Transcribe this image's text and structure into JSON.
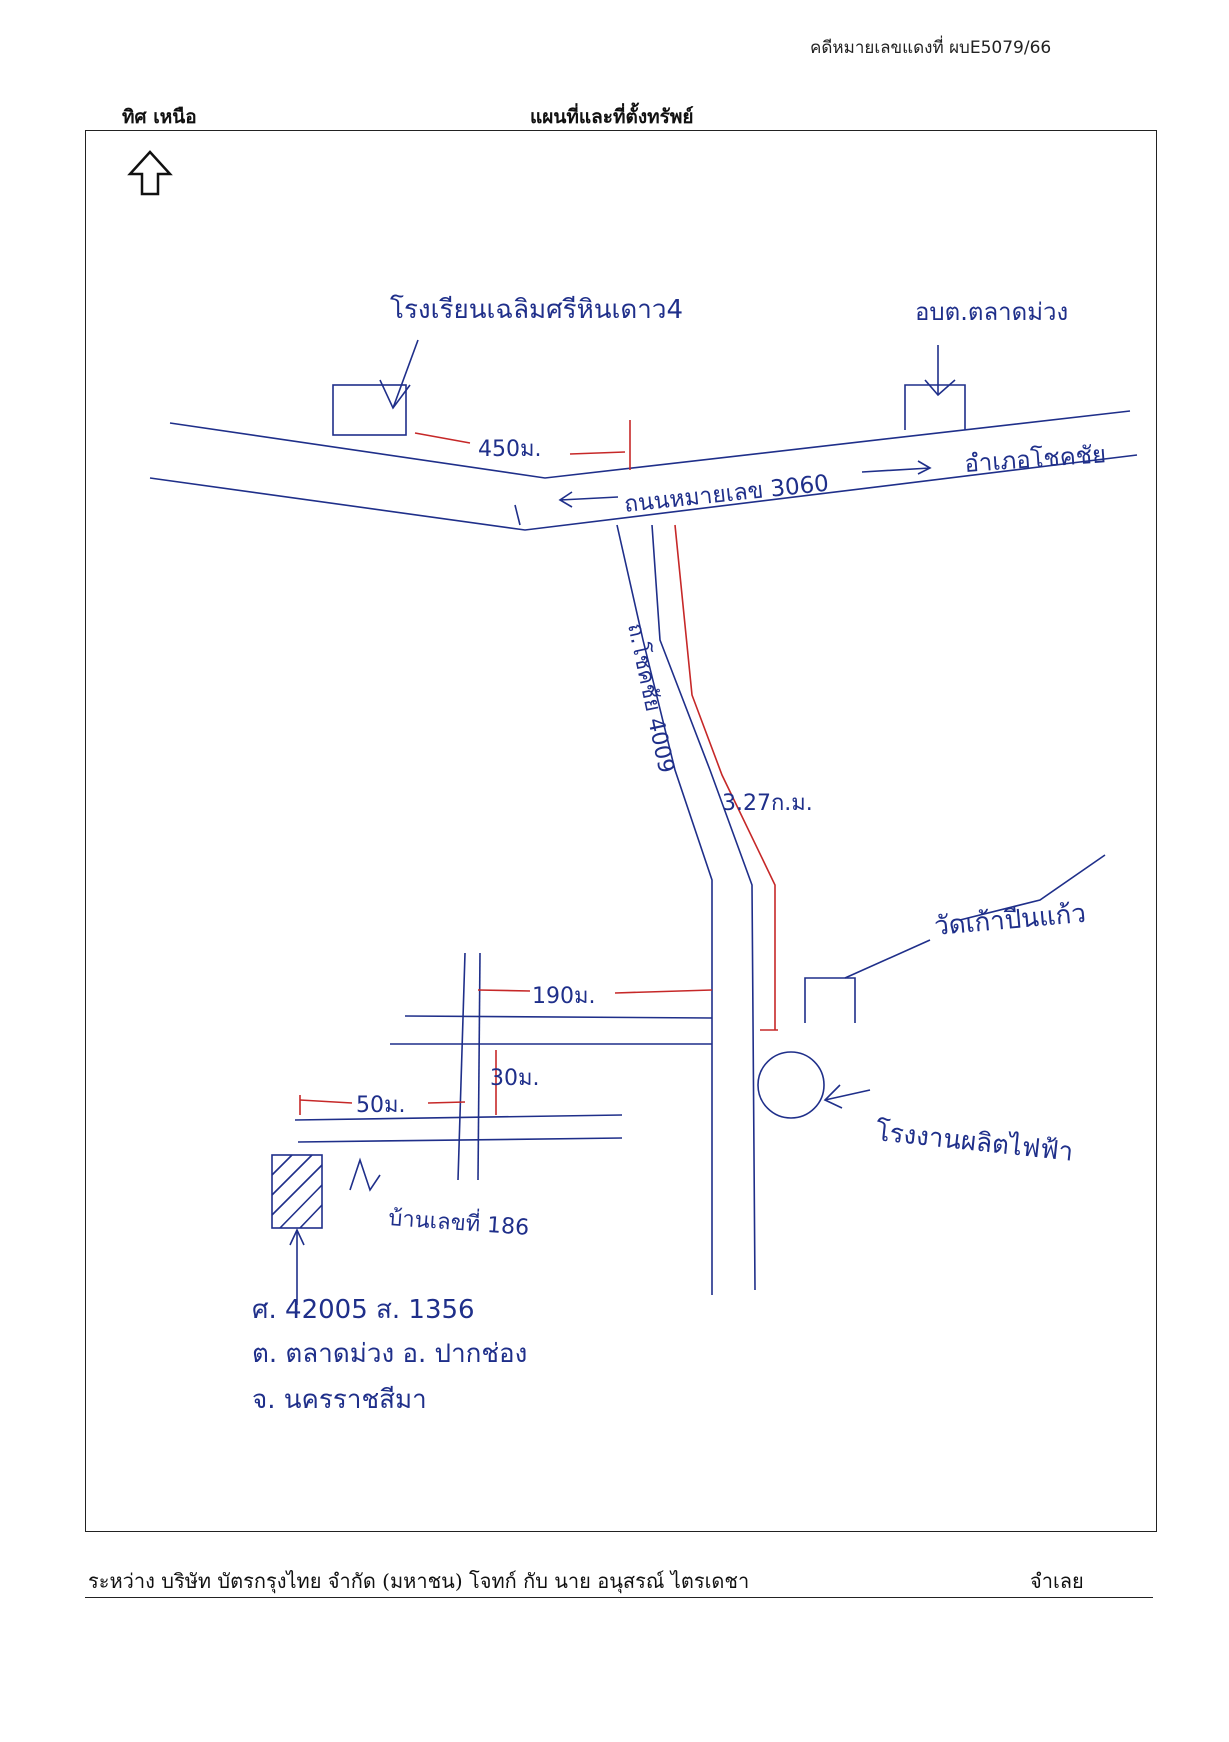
{
  "header": {
    "case_number": "คดีหมายเลขแดงที่ ผบE5079/66",
    "north_label": "ทิศ เหนือ",
    "title": "แผนที่และที่ตั้งทรัพย์"
  },
  "map": {
    "landmarks": {
      "school": "โรงเรียนเฉลิมศรีหินเดาว4",
      "sao": "อบต.ตลาดม่วง",
      "temple": "วัดเก้าปีนแก้ว",
      "power_plant": "โรงงานผลิตไฟฟ้า",
      "house": "บ้านเลขที่ 186"
    },
    "roads": {
      "highway": "ถนนหมายเลข 3060",
      "to_city": "อำเภอโชคชัย",
      "side_road": "ถ.โชคชัย 4009"
    },
    "distances": {
      "d450": "450ม.",
      "d3km": "3.27ก.ม.",
      "d190": "190ม.",
      "d30": "30ม.",
      "d50": "50ม."
    },
    "parcel": {
      "line1": "ศ. 42005 ส. 1356",
      "line2": "ต. ตลาดม่วง อ. ปากช่อง",
      "line3": "จ. นครราชสีมา"
    },
    "colors": {
      "ink": "#1f2f8a",
      "dimension": "#c62828"
    }
  },
  "footer": {
    "parties": "ระหว่าง  บริษัท บัตรกรุงไทย จำกัด (มหาชน) โจทก์ กับ  นาย อนุสรณ์ ไตรเดชา",
    "defendant_label": "จำเลย"
  }
}
